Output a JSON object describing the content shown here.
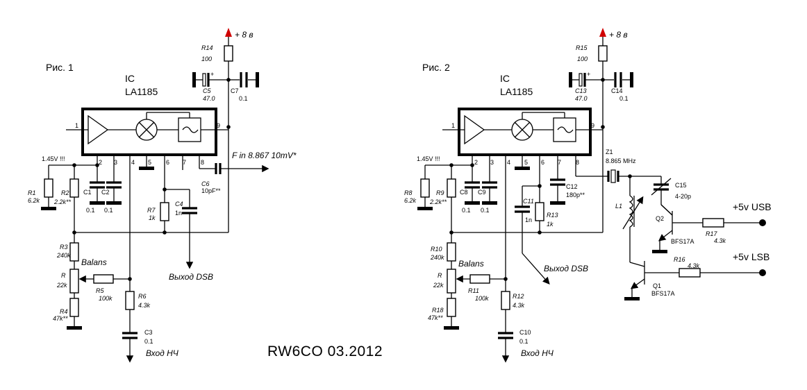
{
  "credit": "RW6CO  03.2012",
  "fig1": {
    "title": "Рис. 1",
    "ic_name": "IC",
    "ic_model": "LA1185",
    "supply": "+ 8 в",
    "out_note": "F in 8.867 10mV*",
    "dsb_out": "Выход DSB",
    "lf_in": "Вход НЧ",
    "voltage": "1.45V  !!!",
    "balance": "Balans",
    "pins": [
      "1",
      "2",
      "3",
      "4",
      "5",
      "6",
      "7",
      "8",
      "9"
    ],
    "parts": {
      "R14": "R14",
      "R14v": "100",
      "C5": "C5",
      "C5v": "47.0",
      "C7": "C7",
      "C7v": "0.1",
      "R1": "R1",
      "R1v": "6.2k",
      "R2": "R2",
      "R2v": "2.2k**",
      "C1": "C1",
      "C1v": "0.1",
      "C2": "C2",
      "C2v": "0.1",
      "R7": "R7",
      "R7v": "1k",
      "C4": "C4",
      "C4v": "1n",
      "C6": "C6",
      "C6v": "10pF**",
      "R3": "R3",
      "R3v": "240k",
      "R": "R",
      "Rv": "22k",
      "R4": "R4",
      "R4v": "47k**",
      "R5": "R5",
      "R5v": "100k",
      "R6": "R6",
      "R6v": "4.3k",
      "C3": "C3",
      "C3v": "0.1"
    }
  },
  "fig2": {
    "title": "Рис. 2",
    "ic_name": "IC",
    "ic_model": "LA1185",
    "supply": "+ 8 в",
    "dsb_out": "Выход DSB",
    "lf_in": "Вход НЧ",
    "voltage": "1.45V  !!!",
    "balance": "Balans",
    "usb": "+5v USB",
    "lsb": "+5v LSB",
    "z1": "Z1",
    "z1v": "8.865 MHz",
    "pins": [
      "1",
      "2",
      "3",
      "4",
      "5",
      "6",
      "7",
      "8",
      "9"
    ],
    "parts": {
      "R15": "R15",
      "R15v": "100",
      "C13": "C13",
      "C13v": "47.0",
      "C14": "C14",
      "C14v": "0.1",
      "R8": "R8",
      "R8v": "6.2k",
      "R9": "R9",
      "R9v": "2.2k**",
      "C8": "C8",
      "C8v": "0.1",
      "C9": "C9",
      "C9v": "0.1",
      "C11": "C11",
      "C11v": "1n",
      "R13": "R13",
      "R13v": "1k",
      "C12": "C12",
      "C12v": "180p**",
      "R10": "R10",
      "R10v": "240k",
      "R": "R",
      "Rv": "22k",
      "R18": "R18",
      "R18v": "47k**",
      "R11": "R11",
      "R11v": "100k",
      "R12": "R12",
      "R12v": "4.3k",
      "C10": "C10",
      "C10v": "0.1",
      "C15": "C15",
      "C15v": "4-20p",
      "L1": "L1",
      "Q2": "Q2",
      "Q2v": "BFS17A",
      "Q1": "Q1",
      "Q1v": "BFS17A",
      "R17": "R17",
      "R17v": "4.3k",
      "R16": "R16",
      "R16v": "4.3k"
    }
  }
}
